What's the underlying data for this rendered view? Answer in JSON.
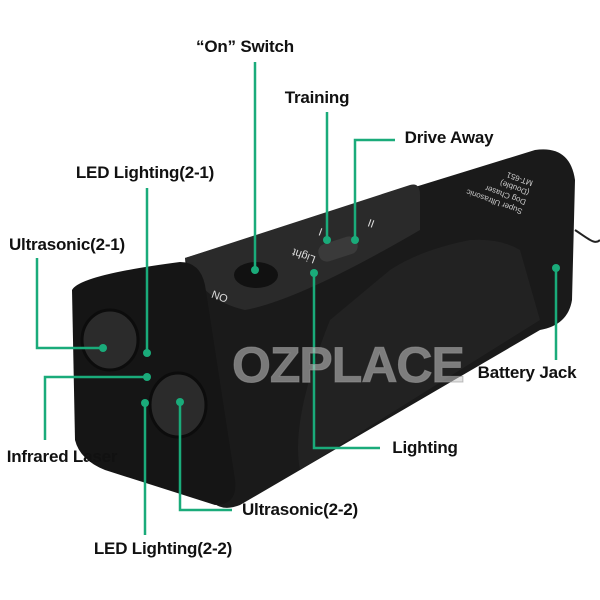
{
  "accent_color": "#1aab7a",
  "device_text": {
    "model_lines": [
      "Super Ultrasonic",
      "Dog Chaser",
      "(Double)",
      "MT-651"
    ],
    "on_label": "ON",
    "light_label": "Light",
    "mode_one": "I",
    "mode_two": "II"
  },
  "watermark": "OZPLACE",
  "callouts": {
    "on_switch": "“On” Switch",
    "training": "Training",
    "drive_away": "Drive Away",
    "led_lighting_2_1": "LED Lighting(2-1)",
    "ultrasonic_2_1": "Ultrasonic(2-1)",
    "battery_jack": "Battery Jack",
    "infrared_laser": "Infrared Laser",
    "lighting": "Lighting",
    "ultrasonic_2_2": "Ultrasonic(2-2)",
    "led_lighting_2_2": "LED Lighting(2-2)"
  }
}
